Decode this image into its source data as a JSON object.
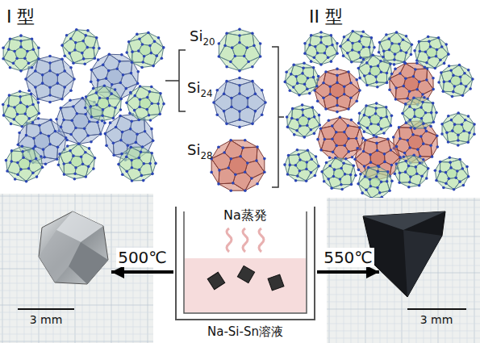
{
  "diagram": {
    "nodes": [
      {
        "text": [
          "I 型"
        ]
      },
      {
        "text": [
          "Si20"
        ]
      },
      {
        "text": [
          "Si24"
        ]
      },
      {
        "text": [
          "Si28"
        ]
      },
      {
        "text": [
          "II 型"
        ]
      },
      {
        "text": [
          "3 mm"
        ]
      },
      {
        "text": [
          "Na蒸発",
          "Na-Si-Sn溶液"
        ]
      },
      {
        "text": [
          "3 mm"
        ]
      }
    ],
    "edges": [
      {
        "from": 6,
        "to": 5,
        "arrow": "to",
        "label": "500℃"
      },
      {
        "from": 6,
        "to": 7,
        "arrow": "to",
        "label": "550℃"
      }
    ]
  }
}
